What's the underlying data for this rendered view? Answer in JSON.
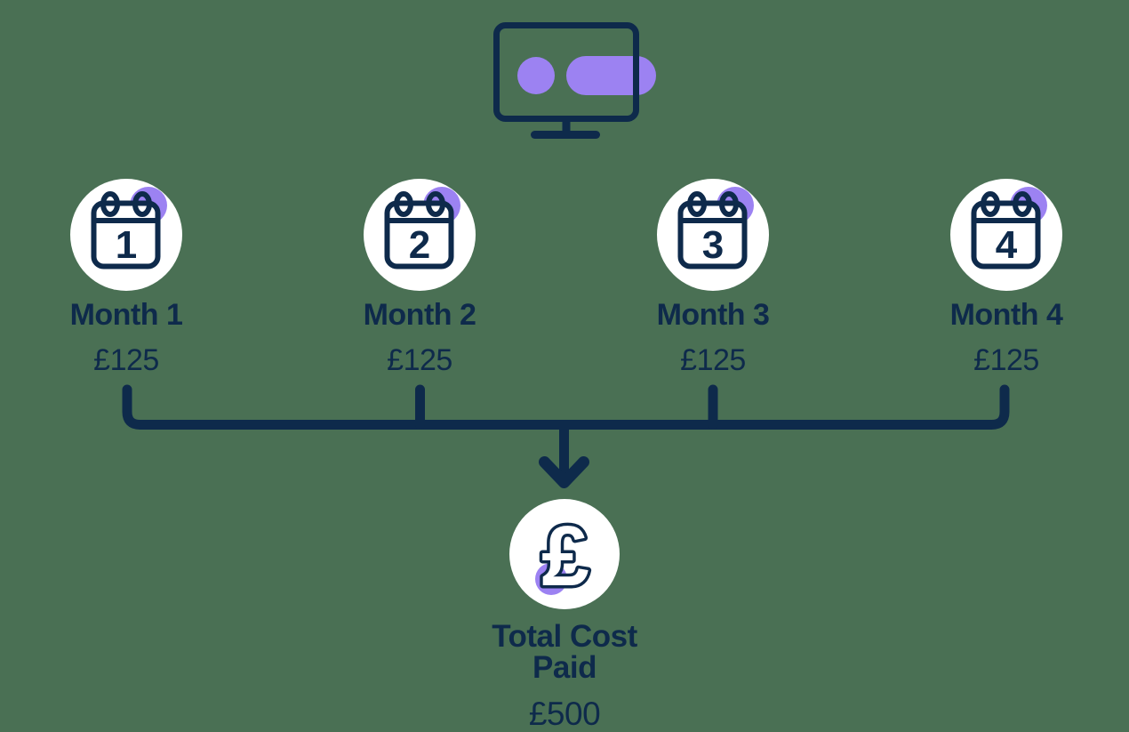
{
  "colors": {
    "navy": "#0E2A4B",
    "purple": "#9C82F2",
    "background": "#4A7054",
    "circle_background": "#FFFFFF"
  },
  "months": [
    {
      "label": "Month 1",
      "amount": "£125",
      "calendar_day": "1"
    },
    {
      "label": "Month 2",
      "amount": "£125",
      "calendar_day": "2"
    },
    {
      "label": "Month 3",
      "amount": "£125",
      "calendar_day": "3"
    },
    {
      "label": "Month 4",
      "amount": "£125",
      "calendar_day": "4"
    }
  ],
  "total": {
    "label": "Total Cost Paid",
    "amount": "£500",
    "currency_symbol": "£"
  }
}
